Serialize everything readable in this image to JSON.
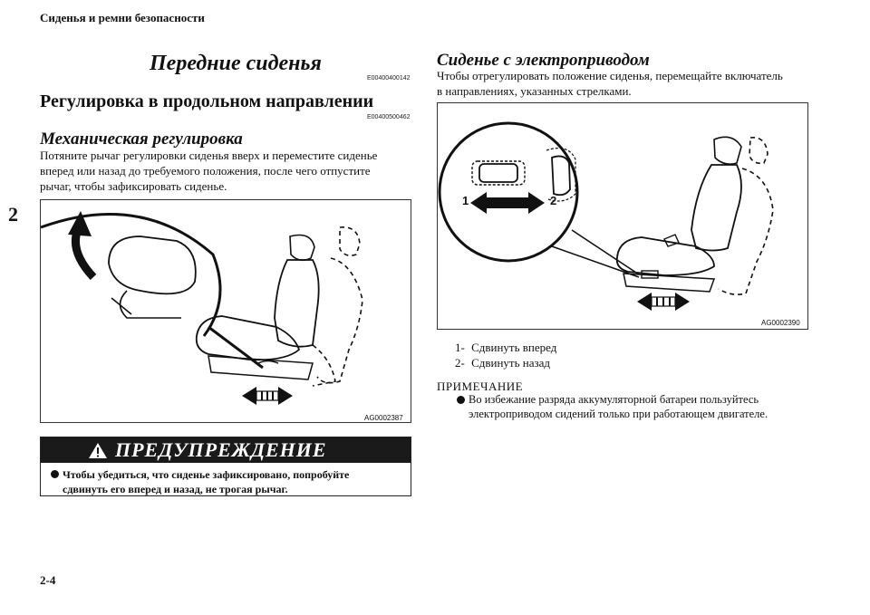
{
  "header": {
    "section_title": "Сиденья и ремни безопасности",
    "tab_number": "2",
    "page_number": "2-4"
  },
  "left": {
    "title": "Передние сиденья",
    "title_code": "E00400400142",
    "subtitle": "Регулировка в продольном направлении",
    "subtitle_code": "E00400500462",
    "manual_heading": "Механическая регулировка",
    "manual_text": [
      "Потяните рычаг регулировки сиденья вверх и переместите сиденье",
      "вперед или назад до требуемого положения, после чего отпустите",
      "рычаг, чтобы зафиксировать сиденье."
    ],
    "figure_code": "AG0002387",
    "warning": {
      "title": "ПРЕДУПРЕЖДЕНИЕ",
      "lines": [
        "Чтобы убедиться, что сиденье зафиксировано, попробуйте",
        "сдвинуть его вперед и назад, не трогая рычаг."
      ]
    }
  },
  "right": {
    "heading": "Сиденье с электроприводом",
    "text": [
      "Чтобы отрегулировать положение сиденья, перемещайте включатель",
      "в направлениях, указанных стрелками."
    ],
    "figure_code": "AG0002390",
    "figure_label_1": "1",
    "figure_label_2": "2",
    "items": [
      {
        "num": "1-",
        "text": "Сдвинуть вперед"
      },
      {
        "num": "2-",
        "text": "Сдвинуть назад"
      }
    ],
    "note_title": "ПРИМЕЧАНИЕ",
    "note_lines": [
      "Во избежание разряда аккумуляторной батареи пользуйтесь",
      "электроприводом сидений только при работающем двигателе."
    ]
  }
}
